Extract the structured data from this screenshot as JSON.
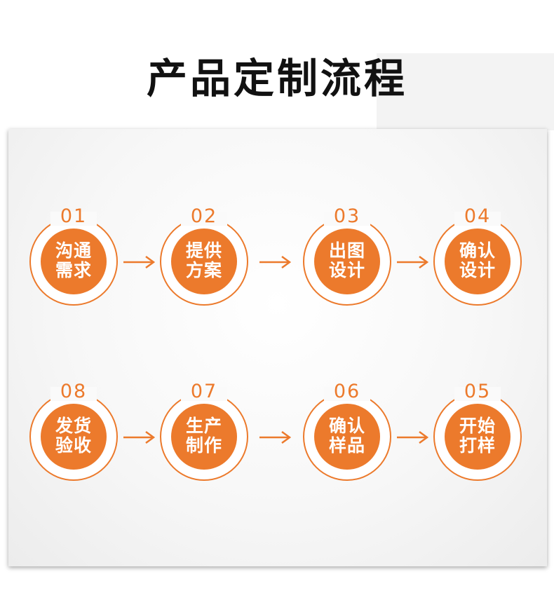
{
  "title": "产品定制流程",
  "colors": {
    "accent": "#ec7a2c",
    "title": "#111111",
    "panel": "#f5f5f5"
  },
  "steps": [
    {
      "num": "01",
      "line1": "沟通",
      "line2": "需求"
    },
    {
      "num": "02",
      "line1": "提供",
      "line2": "方案"
    },
    {
      "num": "03",
      "line1": "出图",
      "line2": "设计"
    },
    {
      "num": "04",
      "line1": "确认",
      "line2": "设计"
    },
    {
      "num": "08",
      "line1": "发货",
      "line2": "验收"
    },
    {
      "num": "07",
      "line1": "生产",
      "line2": "制作"
    },
    {
      "num": "06",
      "line1": "确认",
      "line2": "样品"
    },
    {
      "num": "05",
      "line1": "开始",
      "line2": "打样"
    }
  ],
  "arrow_icon": "right-arrow-icon"
}
